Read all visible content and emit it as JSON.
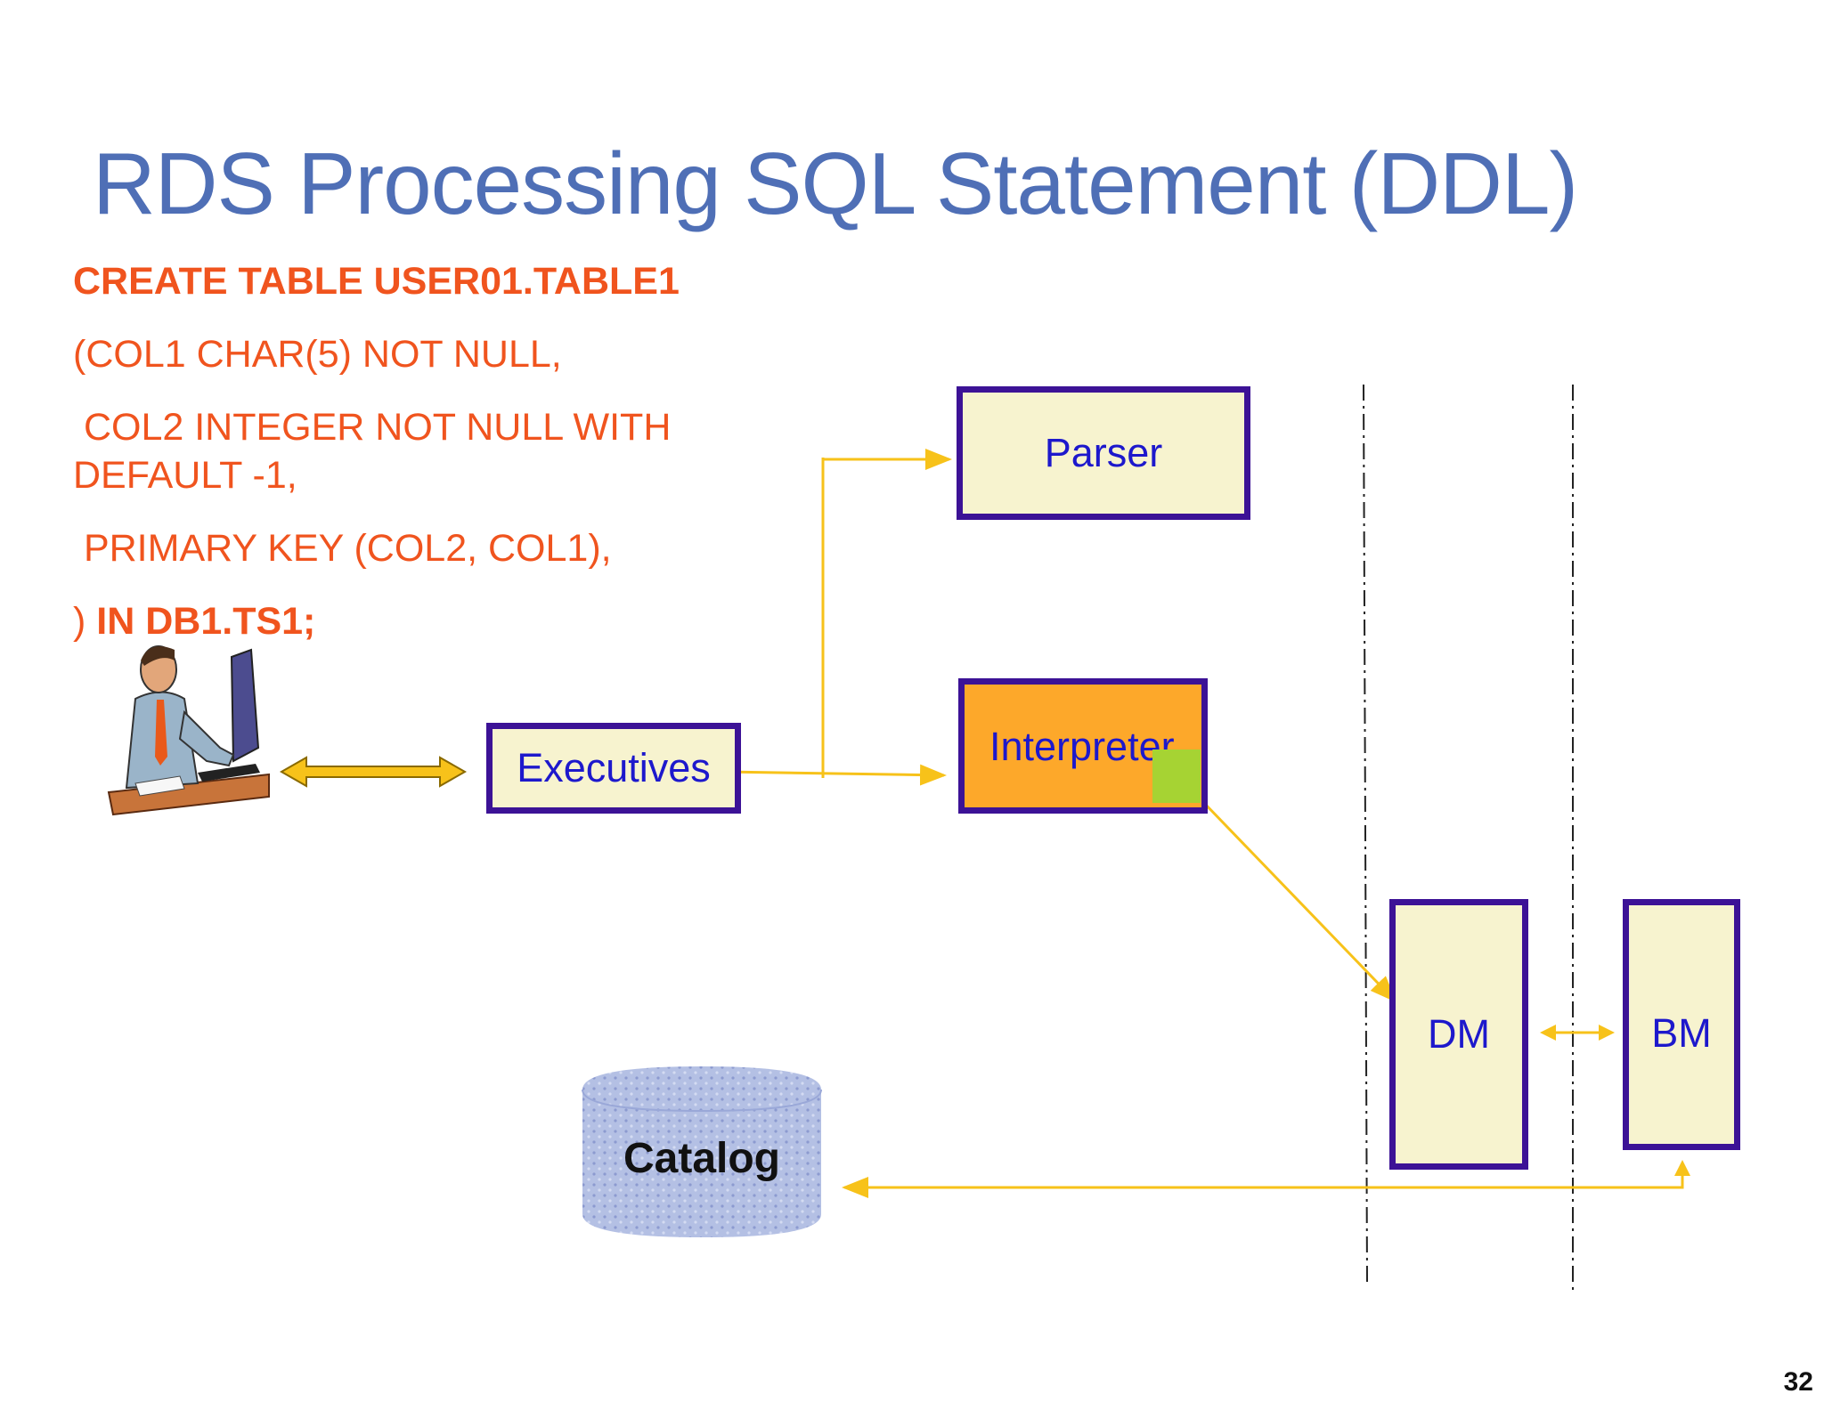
{
  "slide": {
    "title": "RDS  Processing SQL Statement (DDL)",
    "page_number": "32"
  },
  "sql": {
    "line1": "CREATE TABLE  USER01.TABLE1",
    "line2": "(COL1 CHAR(5) NOT NULL,",
    "line3": " COL2 INTEGER NOT NULL WITH",
    "line4": "DEFAULT -1,",
    "line5": " PRIMARY KEY (COL2, COL1),",
    "line6a": ") ",
    "line6b": "IN DB1.TS1;"
  },
  "nodes": {
    "parser": "Parser",
    "executives": "Executives",
    "interpreter": "Interpreter",
    "dm": "DM",
    "bm": "BM",
    "catalog": "Catalog"
  },
  "colors": {
    "title": "#4f6fb6",
    "sql": "#f0541e",
    "box_border": "#3c1296",
    "box_fill": "#f7f3cf",
    "interpreter_fill": "#fda82a",
    "arrow": "#f7c21a",
    "node_text": "#1d18cc"
  }
}
